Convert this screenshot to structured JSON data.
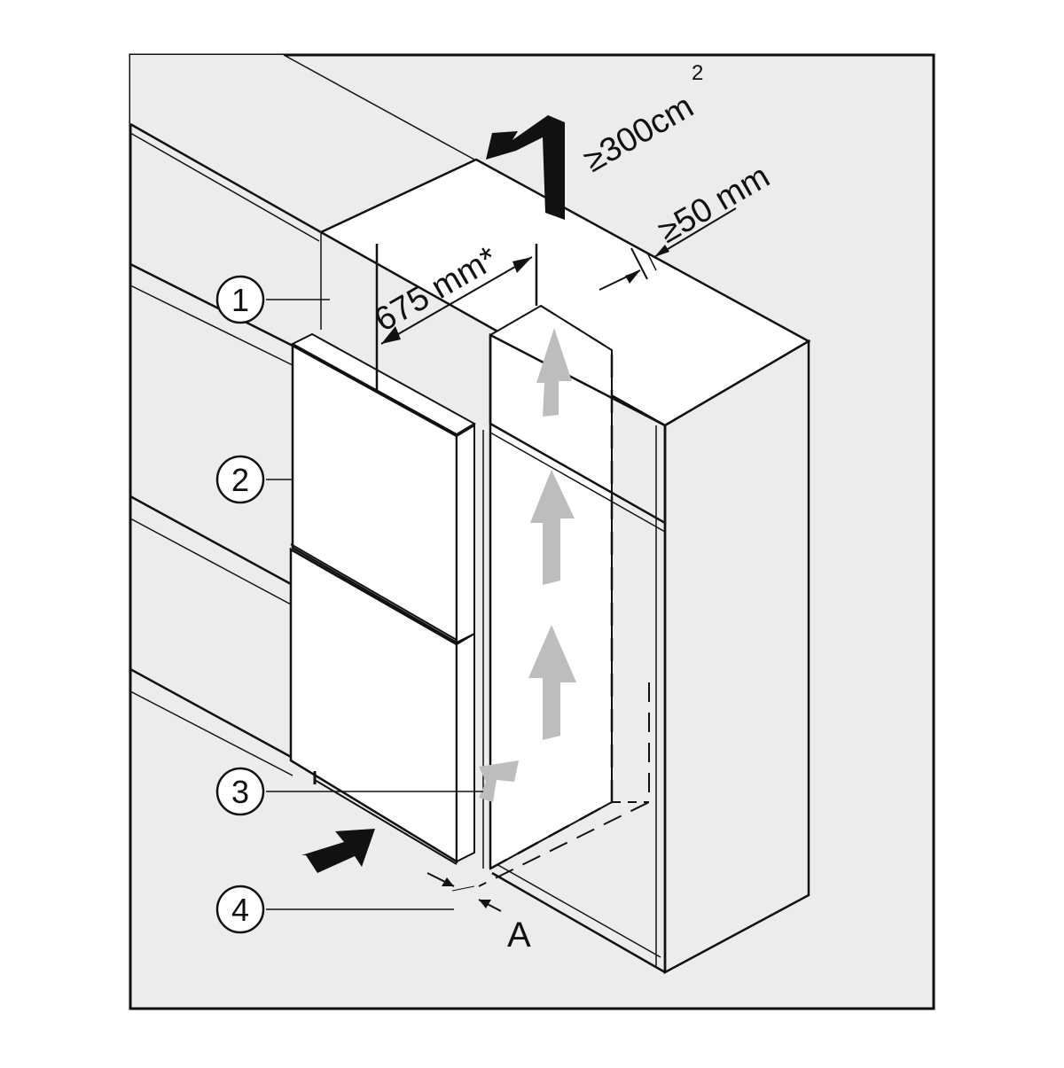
{
  "colors": {
    "background": "#ffffff",
    "frame_fill": "#ececec",
    "line": "#111111",
    "panel_white": "#ffffff",
    "airflow_arrow": "#bdbdbd",
    "black_arrow": "#111111"
  },
  "dimensions": {
    "vent_area": "≥300cm",
    "vent_area_exponent": "2",
    "gap_top": "≥50 mm",
    "niche_depth": "675 mm*",
    "gap_label": "A"
  },
  "callouts": [
    {
      "number": "1"
    },
    {
      "number": "2"
    },
    {
      "number": "3"
    },
    {
      "number": "4"
    }
  ],
  "icons": {
    "exhaust": "exhaust-arrow-icon",
    "intake": "intake-arrow-icon",
    "airflow": "airflow-arrow-icon"
  }
}
